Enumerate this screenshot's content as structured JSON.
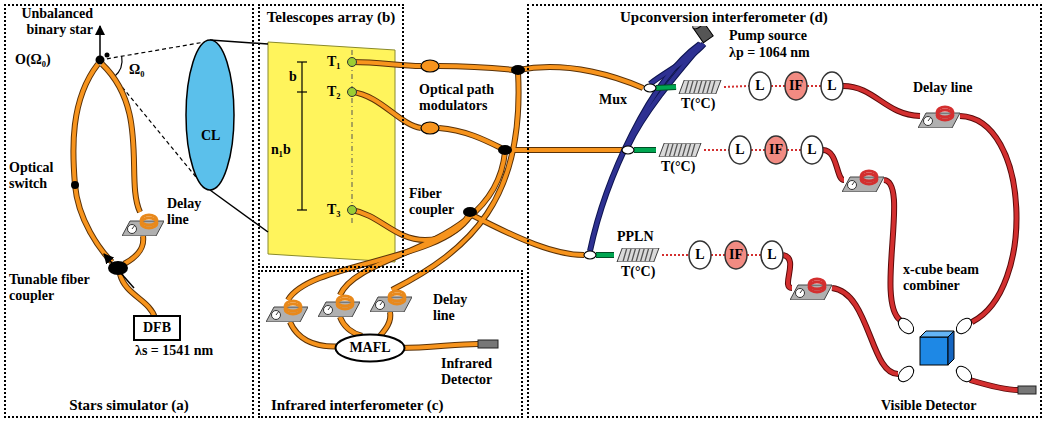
{
  "diagram": {
    "nodes": [
      {
        "text": [
          "Stars simulator (a)"
        ]
      },
      {
        "text": [
          "DFB",
          "λs = 1541 nm"
        ],
        "in": 0
      },
      {
        "text": [
          "Telescopes array (b)"
        ]
      },
      {
        "text": [
          "Infrared interferometer (c)"
        ]
      },
      {
        "text": [
          "MAFL"
        ],
        "in": 3
      },
      {
        "text": [
          "Upconversion interferometer (d)"
        ]
      }
    ],
    "labels": [
      "Unbalanced binary star",
      "O(Ω₀)",
      "Ω₀",
      "CL",
      "Optical switch",
      "Delay line",
      "Tunable fiber coupler",
      "T₁",
      "b",
      "T₂",
      "n₁b",
      "T₃",
      "Optical path modulators",
      "Fiber coupler",
      "Delay line",
      "Infrared Detector",
      "Pump source",
      "λp = 1064 nm",
      "Mux",
      "T(°C)",
      "L",
      "IF",
      "L",
      "Delay line",
      "T(°C)",
      "L",
      "IF",
      "L",
      "PPLN",
      "T(°C)",
      "L",
      "IF",
      "L",
      "x-cube beam combiner",
      "Visible Detector"
    ]
  }
}
